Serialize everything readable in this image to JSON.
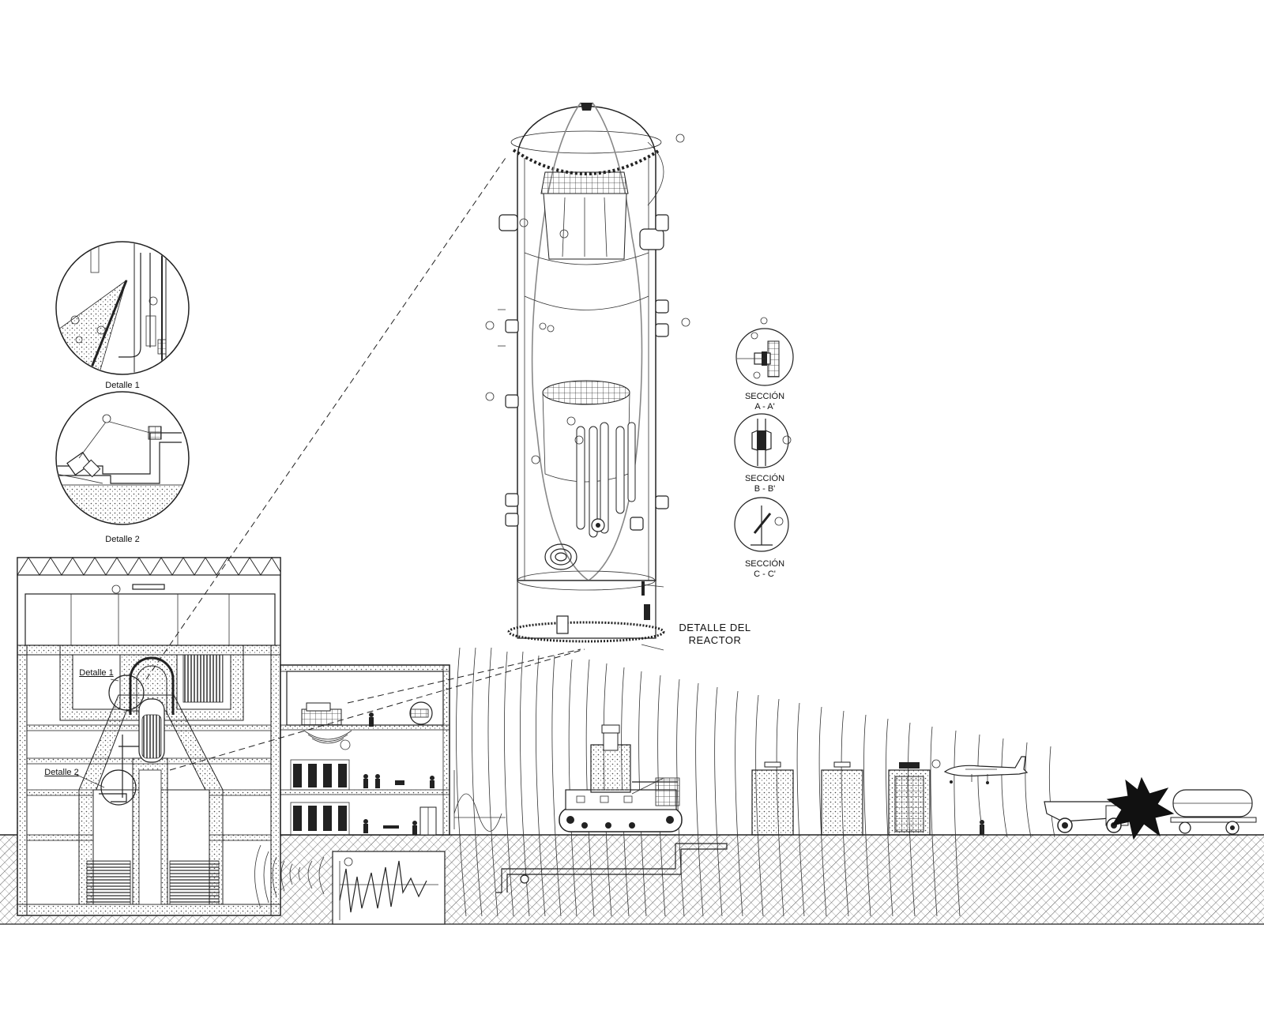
{
  "labels": {
    "detail1_caption": "Detalle 1",
    "detail2_caption": "Detalle 2",
    "detail1_marker": "Detalle 1",
    "detail2_marker": "Detalle 2",
    "reactor_title_line1": "DETALLE DEL",
    "reactor_title_line2": "REACTOR",
    "section_a_line1": "SECCIÓN",
    "section_a_line2": "A - A'",
    "section_b_line1": "SECCIÓN",
    "section_b_line2": "B - B'",
    "section_c_line1": "SECCIÓN",
    "section_c_line2": "C - C'"
  },
  "colors": {
    "line": "#222222",
    "background": "#ffffff",
    "hatch": "#555555"
  },
  "icons": [
    "reactor-vessel",
    "containment-building",
    "auxiliary-building",
    "crawler-crane",
    "storage-tank",
    "airplane",
    "dump-truck",
    "tanker-truck",
    "explosion-icon",
    "seismic-chart",
    "person-figure"
  ]
}
